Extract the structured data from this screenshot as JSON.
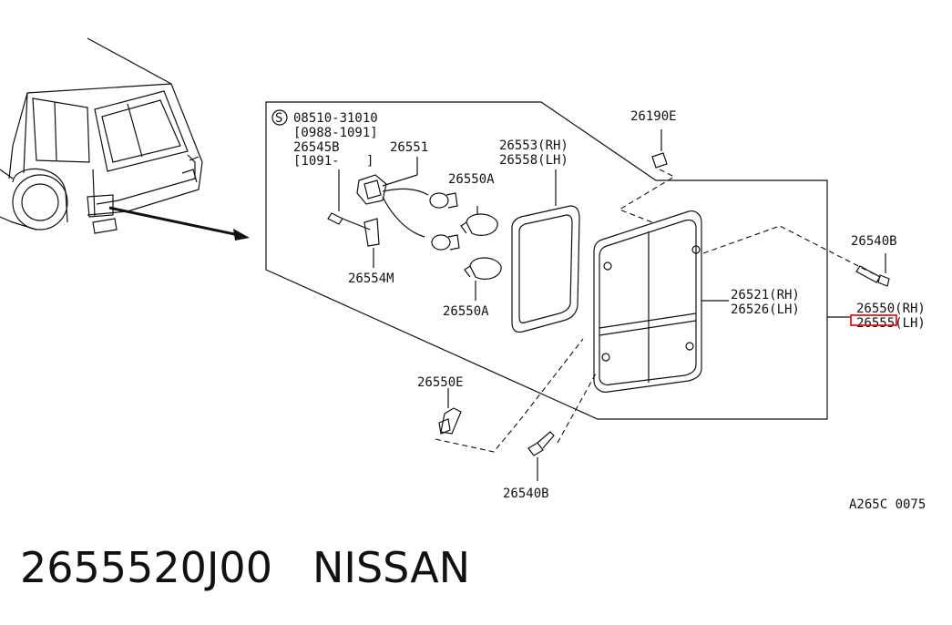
{
  "labels": {
    "screw_symbol": "S",
    "screw_part": "08510-31010",
    "screw_date": "[0988-1091]",
    "socket_b": "26545B",
    "socket_b_date": "[1091-",
    "socket_b_date_end": "]",
    "socket_main": "26551",
    "seal_rh": "26553(RH)",
    "seal_lh": "26558(LH)",
    "bulb_top": "26550A",
    "bulb_bottom": "26550A",
    "bracket": "26554M",
    "clip_top": "26190E",
    "screw_right": "26540B",
    "lamp_rh": "26521(RH)",
    "lamp_lh": "26526(LH)",
    "assy_rh": "26550(RH)",
    "assy_lh": "26555(LH)",
    "nut": "26550E",
    "screw_bottom": "26540B",
    "ref_code": "A265C 0075"
  },
  "footer": {
    "part_number": "2655520J00",
    "brand": "NISSAN"
  },
  "highlight_color": "#e00000"
}
